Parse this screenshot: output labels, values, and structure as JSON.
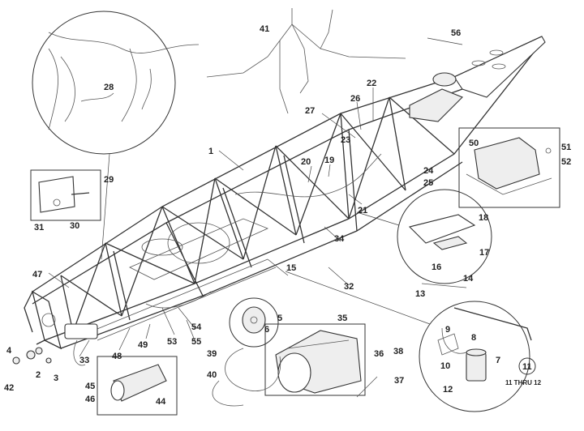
{
  "diagram": {
    "callouts": [
      "1",
      "2",
      "3",
      "4",
      "5",
      "6",
      "7",
      "8",
      "9",
      "10",
      "11",
      "12",
      "13",
      "14",
      "15",
      "16",
      "17",
      "18",
      "19",
      "20",
      "21",
      "22",
      "23",
      "24",
      "25",
      "26",
      "27",
      "28",
      "29",
      "30",
      "31",
      "32",
      "33",
      "34",
      "35",
      "36",
      "37",
      "38",
      "39",
      "40",
      "41",
      "42",
      "44",
      "45",
      "46",
      "47",
      "48",
      "49",
      "50",
      "51",
      "52",
      "53",
      "54",
      "55",
      "56"
    ],
    "range_note": "11 THRU 12"
  }
}
